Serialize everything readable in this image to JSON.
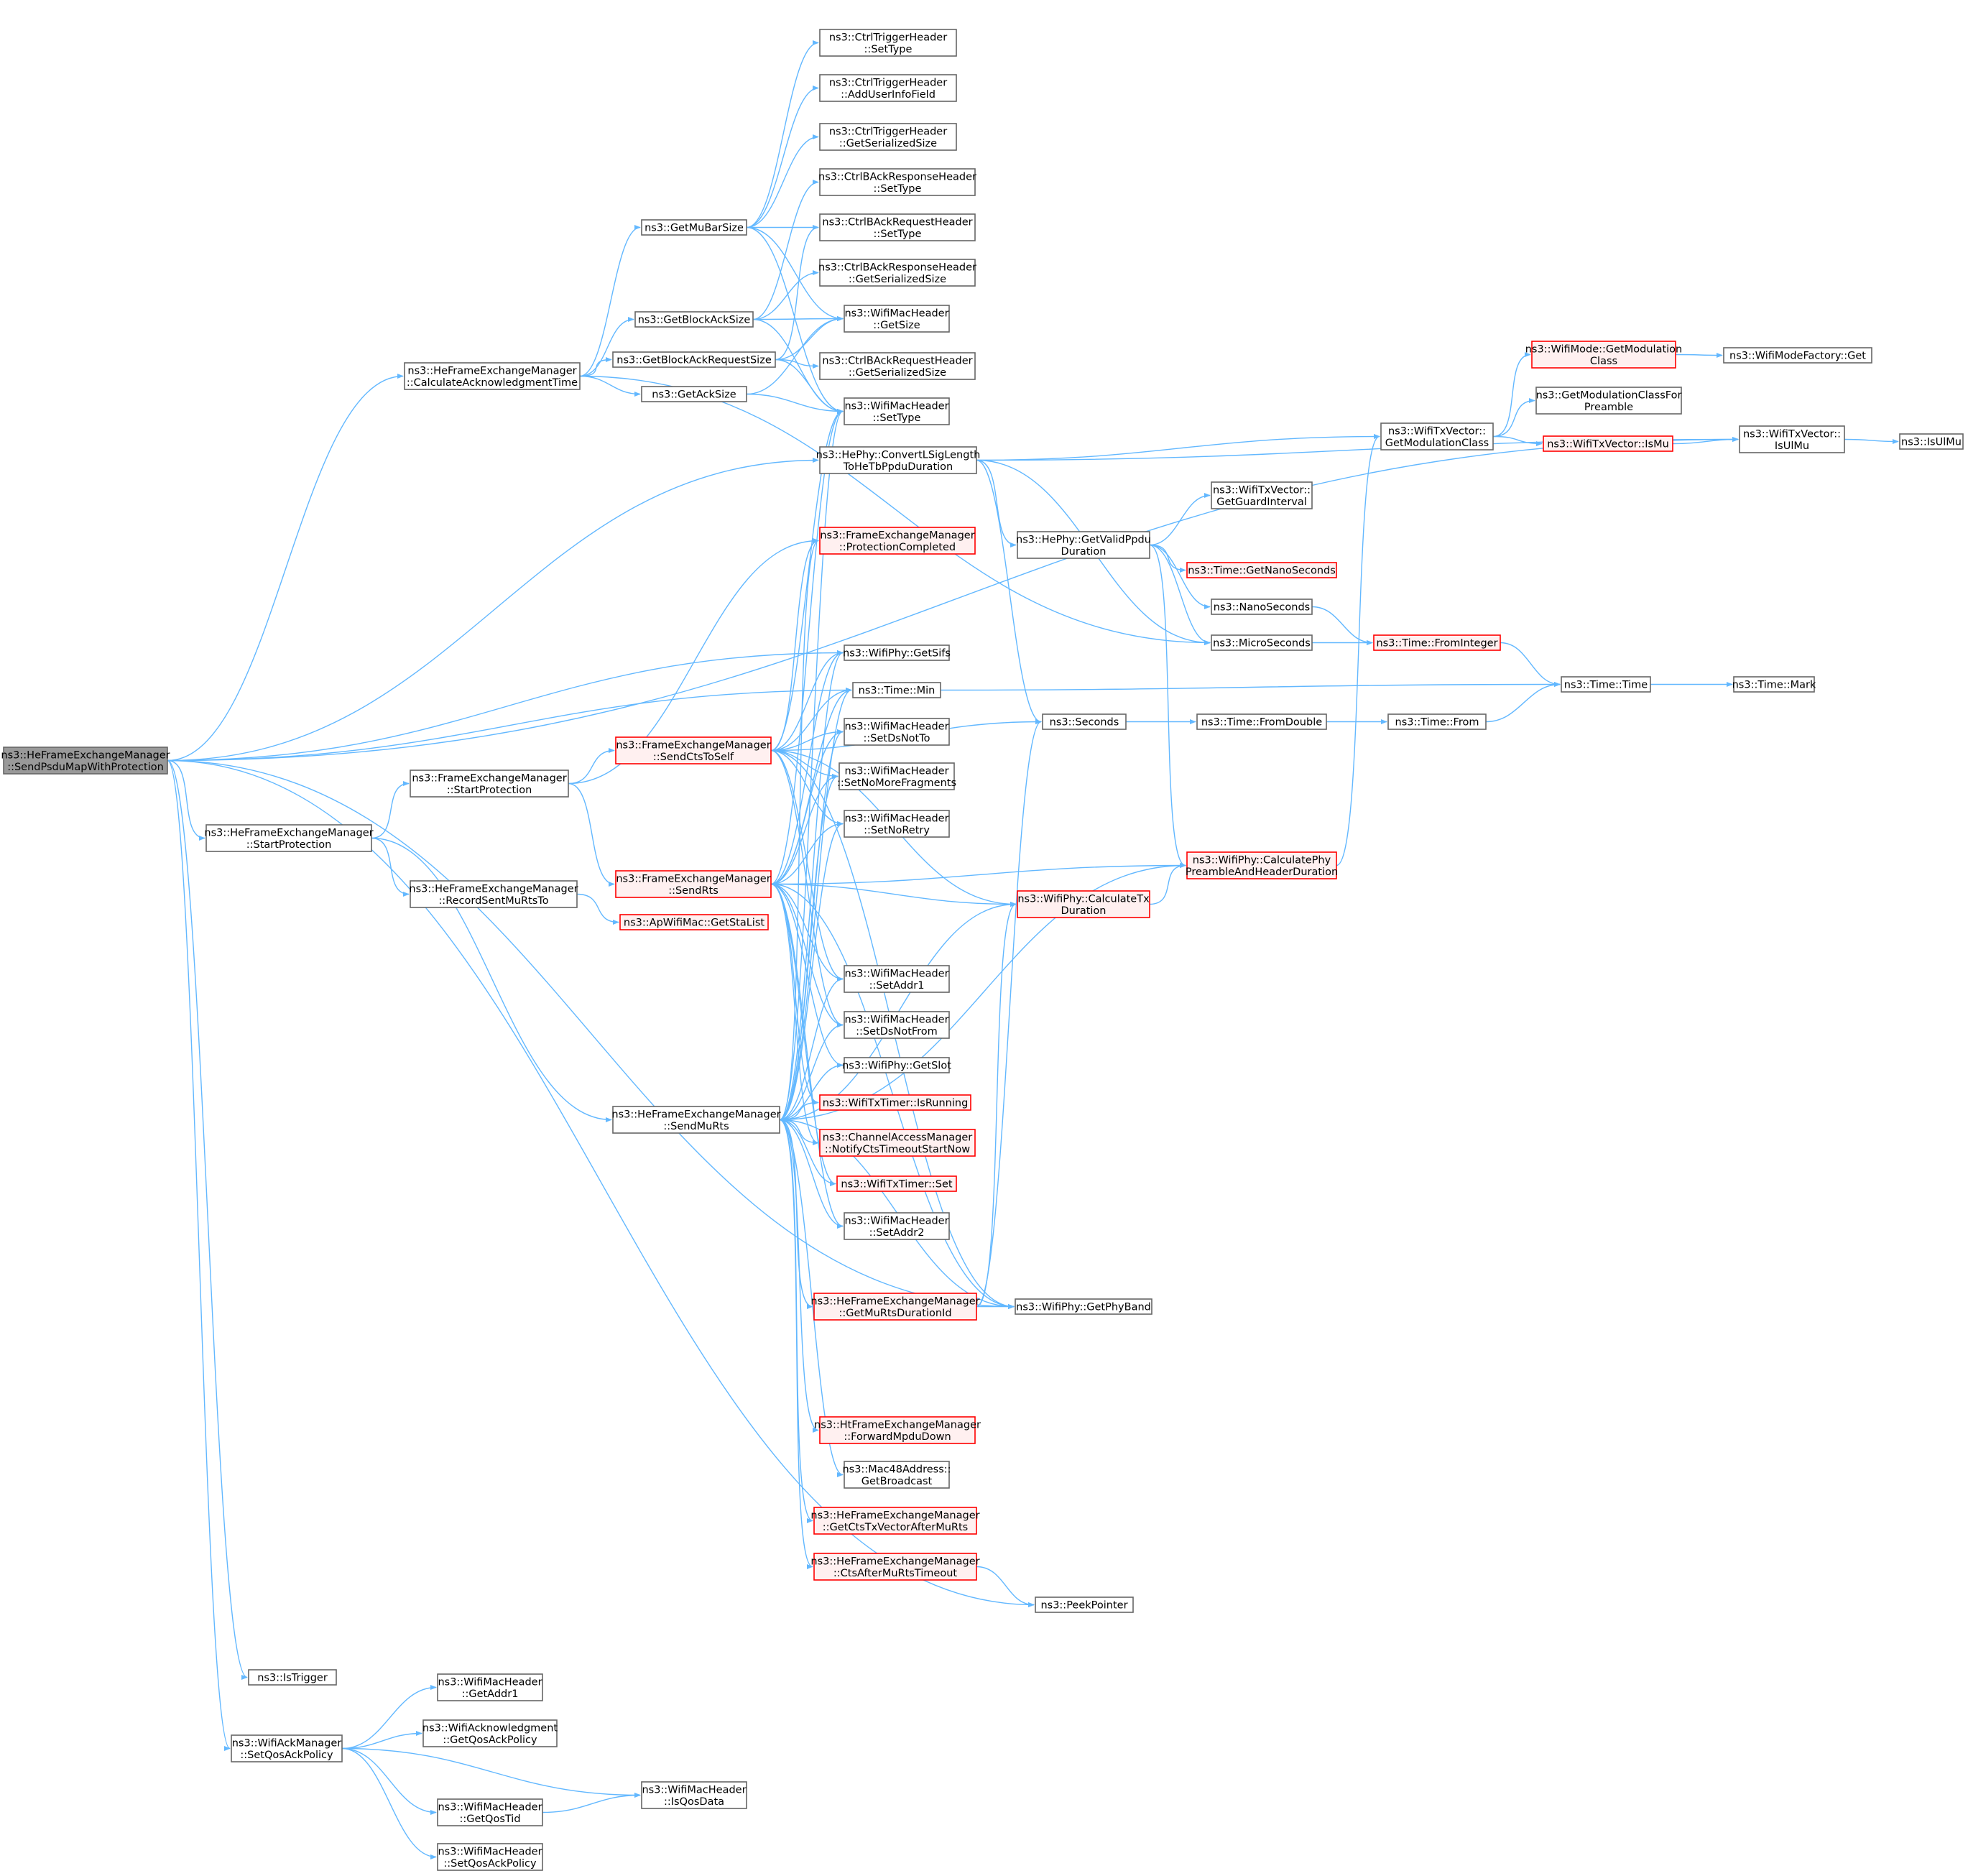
{
  "colors": {
    "edge": "#63B8FF",
    "node_border": "#666666",
    "node_fill": "#ffffff",
    "root_fill": "#999999",
    "red_border": "#ff0000",
    "red_fill": "#fff0f0",
    "text": "#000000"
  },
  "nodes": {
    "root": {
      "lines": [
        "ns3::HeFrameExchangeManager",
        "::SendPsduMapWithProtection"
      ],
      "style": "root"
    },
    "calcAck": {
      "lines": [
        "ns3::HeFrameExchangeManager",
        "::CalculateAcknowledgmentTime"
      ],
      "style": "normal"
    },
    "heStartProt": {
      "lines": [
        "ns3::HeFrameExchangeManager",
        "::StartProtection"
      ],
      "style": "normal"
    },
    "isTrigger": {
      "lines": [
        "ns3::IsTrigger"
      ],
      "style": "normal"
    },
    "setQosAck": {
      "lines": [
        "ns3::WifiAckManager",
        "::SetQosAckPolicy"
      ],
      "style": "normal"
    },
    "getMuBarSize": {
      "lines": [
        "ns3::GetMuBarSize"
      ],
      "style": "normal"
    },
    "getBlockAckSize": {
      "lines": [
        "ns3::GetBlockAckSize"
      ],
      "style": "normal"
    },
    "getBlockAckReqSize": {
      "lines": [
        "ns3::GetBlockAckRequestSize"
      ],
      "style": "normal"
    },
    "getAckSize": {
      "lines": [
        "ns3::GetAckSize"
      ],
      "style": "normal"
    },
    "feStartProt": {
      "lines": [
        "ns3::FrameExchangeManager",
        "::StartProtection"
      ],
      "style": "normal"
    },
    "recordSent": {
      "lines": [
        "ns3::HeFrameExchangeManager",
        "::RecordSentMuRtsTo"
      ],
      "style": "normal"
    },
    "sendMuRts": {
      "lines": [
        "ns3::HeFrameExchangeManager",
        "::SendMuRts"
      ],
      "style": "normal"
    },
    "sendCts": {
      "lines": [
        "ns3::FrameExchangeManager",
        "::SendCtsToSelf"
      ],
      "style": "red"
    },
    "sendRts": {
      "lines": [
        "ns3::FrameExchangeManager",
        "::SendRts"
      ],
      "style": "red"
    },
    "getStaList": {
      "lines": [
        "ns3::ApWifiMac::GetStaList"
      ],
      "style": "red"
    },
    "ctSetType": {
      "lines": [
        "ns3::CtrlTriggerHeader",
        "::SetType"
      ],
      "style": "normal"
    },
    "ctAddUser": {
      "lines": [
        "ns3::CtrlTriggerHeader",
        "::AddUserInfoField"
      ],
      "style": "normal"
    },
    "ctGetSer": {
      "lines": [
        "ns3::CtrlTriggerHeader",
        "::GetSerializedSize"
      ],
      "style": "normal"
    },
    "cbrespSetType": {
      "lines": [
        "ns3::CtrlBAckResponseHeader",
        "::SetType"
      ],
      "style": "normal"
    },
    "cbreqSetType": {
      "lines": [
        "ns3::CtrlBAckRequestHeader",
        "::SetType"
      ],
      "style": "normal"
    },
    "cbrespGetSer": {
      "lines": [
        "ns3::CtrlBAckResponseHeader",
        "::GetSerializedSize"
      ],
      "style": "normal"
    },
    "wmhGetSize": {
      "lines": [
        "ns3::WifiMacHeader",
        "::GetSize"
      ],
      "style": "normal"
    },
    "cbreqGetSer": {
      "lines": [
        "ns3::CtrlBAckRequestHeader",
        "::GetSerializedSize"
      ],
      "style": "normal"
    },
    "wmhSetType": {
      "lines": [
        "ns3::WifiMacHeader",
        "::SetType"
      ],
      "style": "normal"
    },
    "convertL": {
      "lines": [
        "ns3::HePhy::ConvertLSigLength",
        "ToHeTbPpduDuration"
      ],
      "style": "normal"
    },
    "protCompleted": {
      "lines": [
        "ns3::FrameExchangeManager",
        "::ProtectionCompleted"
      ],
      "style": "red"
    },
    "getSifs": {
      "lines": [
        "ns3::WifiPhy::GetSifs"
      ],
      "style": "normal"
    },
    "timeMin": {
      "lines": [
        "ns3::Time::Min"
      ],
      "style": "normal"
    },
    "setDsNotTo": {
      "lines": [
        "ns3::WifiMacHeader",
        "::SetDsNotTo"
      ],
      "style": "normal"
    },
    "setNoMoreFrag": {
      "lines": [
        "ns3::WifiMacHeader",
        "::SetNoMoreFragments"
      ],
      "style": "normal"
    },
    "setNoRetry": {
      "lines": [
        "ns3::WifiMacHeader",
        "::SetNoRetry"
      ],
      "style": "normal"
    },
    "setAddr1": {
      "lines": [
        "ns3::WifiMacHeader",
        "::SetAddr1"
      ],
      "style": "normal"
    },
    "setDsNotFrom": {
      "lines": [
        "ns3::WifiMacHeader",
        "::SetDsNotFrom"
      ],
      "style": "normal"
    },
    "getSlot": {
      "lines": [
        "ns3::WifiPhy::GetSlot"
      ],
      "style": "normal"
    },
    "isRunning": {
      "lines": [
        "ns3::WifiTxTimer::IsRunning"
      ],
      "style": "red"
    },
    "notifyCts": {
      "lines": [
        "ns3::ChannelAccessManager",
        "::NotifyCtsTimeoutStartNow"
      ],
      "style": "red"
    },
    "txTimerSet": {
      "lines": [
        "ns3::WifiTxTimer::Set"
      ],
      "style": "red"
    },
    "setAddr2": {
      "lines": [
        "ns3::WifiMacHeader",
        "::SetAddr2"
      ],
      "style": "normal"
    },
    "getMuRtsDur": {
      "lines": [
        "ns3::HeFrameExchangeManager",
        "::GetMuRtsDurationId"
      ],
      "style": "red"
    },
    "fwdMpdu": {
      "lines": [
        "ns3::HtFrameExchangeManager",
        "::ForwardMpduDown"
      ],
      "style": "red"
    },
    "getBroadcast": {
      "lines": [
        "ns3::Mac48Address::",
        "GetBroadcast"
      ],
      "style": "normal"
    },
    "getCtsTxVec": {
      "lines": [
        "ns3::HeFrameExchangeManager",
        "::GetCtsTxVectorAfterMuRts"
      ],
      "style": "red"
    },
    "ctsAfterTimeout": {
      "lines": [
        "ns3::HeFrameExchangeManager",
        "::CtsAfterMuRtsTimeout"
      ],
      "style": "red"
    },
    "wmhGetAddr1": {
      "lines": [
        "ns3::WifiMacHeader",
        "::GetAddr1"
      ],
      "style": "normal"
    },
    "getQosAckPolicy": {
      "lines": [
        "ns3::WifiAcknowledgment",
        "::GetQosAckPolicy"
      ],
      "style": "normal"
    },
    "getQosTid": {
      "lines": [
        "ns3::WifiMacHeader",
        "::GetQosTid"
      ],
      "style": "normal"
    },
    "setQosAckPol": {
      "lines": [
        "ns3::WifiMacHeader",
        "::SetQosAckPolicy"
      ],
      "style": "normal"
    },
    "isQosData": {
      "lines": [
        "ns3::WifiMacHeader",
        "::IsQosData"
      ],
      "style": "normal"
    },
    "getValidPpdu": {
      "lines": [
        "ns3::HePhy::GetValidPpdu",
        "Duration"
      ],
      "style": "normal"
    },
    "seconds": {
      "lines": [
        "ns3::Seconds"
      ],
      "style": "normal"
    },
    "calcTxDur": {
      "lines": [
        "ns3::WifiPhy::CalculateTx",
        "Duration"
      ],
      "style": "red"
    },
    "getPhyBand": {
      "lines": [
        "ns3::WifiPhy::GetPhyBand"
      ],
      "style": "normal"
    },
    "peekPointer": {
      "lines": [
        "ns3::PeekPointer"
      ],
      "style": "normal"
    },
    "getGuard": {
      "lines": [
        "ns3::WifiTxVector::",
        "GetGuardInterval"
      ],
      "style": "normal"
    },
    "getNano": {
      "lines": [
        "ns3::Time::GetNanoSeconds"
      ],
      "style": "red"
    },
    "nanoSeconds": {
      "lines": [
        "ns3::NanoSeconds"
      ],
      "style": "normal"
    },
    "microSeconds": {
      "lines": [
        "ns3::MicroSeconds"
      ],
      "style": "normal"
    },
    "fromDouble": {
      "lines": [
        "ns3::Time::FromDouble"
      ],
      "style": "normal"
    },
    "calcPhyPre": {
      "lines": [
        "ns3::WifiPhy::CalculatePhy",
        "PreambleAndHeaderDuration"
      ],
      "style": "red"
    },
    "getModClass": {
      "lines": [
        "ns3::WifiTxVector::",
        "GetModulationClass"
      ],
      "style": "normal"
    },
    "wmGetModClass": {
      "lines": [
        "ns3::WifiMode::GetModulation",
        "Class"
      ],
      "style": "red"
    },
    "getModClassFor": {
      "lines": [
        "ns3::GetModulationClassFor",
        "Preamble"
      ],
      "style": "normal"
    },
    "txIsMu": {
      "lines": [
        "ns3::WifiTxVector::IsMu"
      ],
      "style": "red"
    },
    "fromInteger": {
      "lines": [
        "ns3::Time::FromInteger"
      ],
      "style": "red"
    },
    "timeFrom": {
      "lines": [
        "ns3::Time::From"
      ],
      "style": "normal"
    },
    "wmfGet": {
      "lines": [
        "ns3::WifiModeFactory::Get"
      ],
      "style": "normal"
    },
    "isUlMuTx": {
      "lines": [
        "ns3::WifiTxVector::",
        "IsUlMu"
      ],
      "style": "normal"
    },
    "timeTime": {
      "lines": [
        "ns3::Time::Time"
      ],
      "style": "normal"
    },
    "isUlMu": {
      "lines": [
        "ns3::IsUlMu"
      ],
      "style": "normal"
    },
    "timeMark": {
      "lines": [
        "ns3::Time::Mark"
      ],
      "style": "normal"
    }
  },
  "edges": [
    [
      "root",
      "calcAck"
    ],
    [
      "root",
      "heStartProt"
    ],
    [
      "root",
      "isTrigger"
    ],
    [
      "root",
      "setQosAck"
    ],
    [
      "root",
      "convertL"
    ],
    [
      "root",
      "getSifs"
    ],
    [
      "root",
      "timeMin"
    ],
    [
      "root",
      "getPhyBand"
    ],
    [
      "root",
      "peekPointer"
    ],
    [
      "root",
      "isUlMuTx"
    ],
    [
      "calcAck",
      "getMuBarSize"
    ],
    [
      "calcAck",
      "getBlockAckSize"
    ],
    [
      "calcAck",
      "getBlockAckReqSize"
    ],
    [
      "calcAck",
      "getAckSize"
    ],
    [
      "calcAck",
      "microSeconds"
    ],
    [
      "getMuBarSize",
      "ctSetType"
    ],
    [
      "getMuBarSize",
      "ctAddUser"
    ],
    [
      "getMuBarSize",
      "ctGetSer"
    ],
    [
      "getMuBarSize",
      "cbreqSetType"
    ],
    [
      "getMuBarSize",
      "wmhGetSize"
    ],
    [
      "getMuBarSize",
      "wmhSetType"
    ],
    [
      "getBlockAckSize",
      "cbrespSetType"
    ],
    [
      "getBlockAckSize",
      "cbrespGetSer"
    ],
    [
      "getBlockAckSize",
      "wmhGetSize"
    ],
    [
      "getBlockAckSize",
      "wmhSetType"
    ],
    [
      "getBlockAckReqSize",
      "cbreqSetType"
    ],
    [
      "getBlockAckReqSize",
      "cbreqGetSer"
    ],
    [
      "getBlockAckReqSize",
      "wmhGetSize"
    ],
    [
      "getBlockAckReqSize",
      "wmhSetType"
    ],
    [
      "getAckSize",
      "wmhGetSize"
    ],
    [
      "getAckSize",
      "wmhSetType"
    ],
    [
      "heStartProt",
      "feStartProt"
    ],
    [
      "heStartProt",
      "recordSent"
    ],
    [
      "heStartProt",
      "sendMuRts"
    ],
    [
      "feStartProt",
      "sendCts"
    ],
    [
      "feStartProt",
      "sendRts"
    ],
    [
      "feStartProt",
      "protCompleted"
    ],
    [
      "recordSent",
      "getStaList"
    ],
    [
      "sendCts",
      "wmhSetType"
    ],
    [
      "sendCts",
      "getSifs"
    ],
    [
      "sendCts",
      "timeMin"
    ],
    [
      "sendCts",
      "setDsNotTo"
    ],
    [
      "sendCts",
      "setNoMoreFrag"
    ],
    [
      "sendCts",
      "setNoRetry"
    ],
    [
      "sendCts",
      "setAddr1"
    ],
    [
      "sendCts",
      "setDsNotFrom"
    ],
    [
      "sendCts",
      "protCompleted"
    ],
    [
      "sendCts",
      "calcTxDur"
    ],
    [
      "sendCts",
      "getPhyBand"
    ],
    [
      "sendCts",
      "seconds"
    ],
    [
      "sendRts",
      "wmhSetType"
    ],
    [
      "sendRts",
      "getSifs"
    ],
    [
      "sendRts",
      "timeMin"
    ],
    [
      "sendRts",
      "setDsNotTo"
    ],
    [
      "sendRts",
      "setNoMoreFrag"
    ],
    [
      "sendRts",
      "setNoRetry"
    ],
    [
      "sendRts",
      "setAddr1"
    ],
    [
      "sendRts",
      "setDsNotFrom"
    ],
    [
      "sendRts",
      "getSlot"
    ],
    [
      "sendRts",
      "isRunning"
    ],
    [
      "sendRts",
      "notifyCts"
    ],
    [
      "sendRts",
      "txTimerSet"
    ],
    [
      "sendRts",
      "setAddr2"
    ],
    [
      "sendRts",
      "calcTxDur"
    ],
    [
      "sendRts",
      "calcPhyPre"
    ],
    [
      "sendRts",
      "getPhyBand"
    ],
    [
      "sendMuRts",
      "wmhSetType"
    ],
    [
      "sendMuRts",
      "getSifs"
    ],
    [
      "sendMuRts",
      "timeMin"
    ],
    [
      "sendMuRts",
      "setDsNotTo"
    ],
    [
      "sendMuRts",
      "setNoMoreFrag"
    ],
    [
      "sendMuRts",
      "setNoRetry"
    ],
    [
      "sendMuRts",
      "setAddr1"
    ],
    [
      "sendMuRts",
      "setDsNotFrom"
    ],
    [
      "sendMuRts",
      "getSlot"
    ],
    [
      "sendMuRts",
      "isRunning"
    ],
    [
      "sendMuRts",
      "notifyCts"
    ],
    [
      "sendMuRts",
      "txTimerSet"
    ],
    [
      "sendMuRts",
      "setAddr2"
    ],
    [
      "sendMuRts",
      "getMuRtsDur"
    ],
    [
      "sendMuRts",
      "fwdMpdu"
    ],
    [
      "sendMuRts",
      "getBroadcast"
    ],
    [
      "sendMuRts",
      "getCtsTxVec"
    ],
    [
      "sendMuRts",
      "ctsAfterTimeout"
    ],
    [
      "sendMuRts",
      "calcTxDur"
    ],
    [
      "sendMuRts",
      "calcPhyPre"
    ],
    [
      "sendMuRts",
      "getPhyBand"
    ],
    [
      "sendMuRts",
      "protCompleted"
    ],
    [
      "getMuRtsDur",
      "calcTxDur"
    ],
    [
      "getMuRtsDur",
      "getPhyBand"
    ],
    [
      "getMuRtsDur",
      "seconds"
    ],
    [
      "ctsAfterTimeout",
      "peekPointer"
    ],
    [
      "setQosAck",
      "wmhGetAddr1"
    ],
    [
      "setQosAck",
      "getQosAckPolicy"
    ],
    [
      "setQosAck",
      "getQosTid"
    ],
    [
      "setQosAck",
      "setQosAckPol"
    ],
    [
      "setQosAck",
      "isQosData"
    ],
    [
      "getQosTid",
      "isQosData"
    ],
    [
      "convertL",
      "getValidPpdu"
    ],
    [
      "convertL",
      "getModClass"
    ],
    [
      "convertL",
      "isUlMuTx"
    ],
    [
      "convertL",
      "microSeconds"
    ],
    [
      "convertL",
      "seconds"
    ],
    [
      "getValidPpdu",
      "getGuard"
    ],
    [
      "getValidPpdu",
      "getNano"
    ],
    [
      "getValidPpdu",
      "nanoSeconds"
    ],
    [
      "getValidPpdu",
      "microSeconds"
    ],
    [
      "getValidPpdu",
      "calcPhyPre"
    ],
    [
      "calcTxDur",
      "calcPhyPre"
    ],
    [
      "calcPhyPre",
      "getModClass"
    ],
    [
      "seconds",
      "fromDouble"
    ],
    [
      "nanoSeconds",
      "fromInteger"
    ],
    [
      "microSeconds",
      "fromInteger"
    ],
    [
      "fromDouble",
      "timeFrom"
    ],
    [
      "fromInteger",
      "timeTime"
    ],
    [
      "timeFrom",
      "timeTime"
    ],
    [
      "timeMin",
      "timeTime"
    ],
    [
      "timeTime",
      "timeMark"
    ],
    [
      "getModClass",
      "wmGetModClass"
    ],
    [
      "getModClass",
      "getModClassFor"
    ],
    [
      "getModClass",
      "txIsMu"
    ],
    [
      "wmGetModClass",
      "wmfGet"
    ],
    [
      "txIsMu",
      "isUlMuTx"
    ],
    [
      "isUlMuTx",
      "isUlMu"
    ]
  ]
}
